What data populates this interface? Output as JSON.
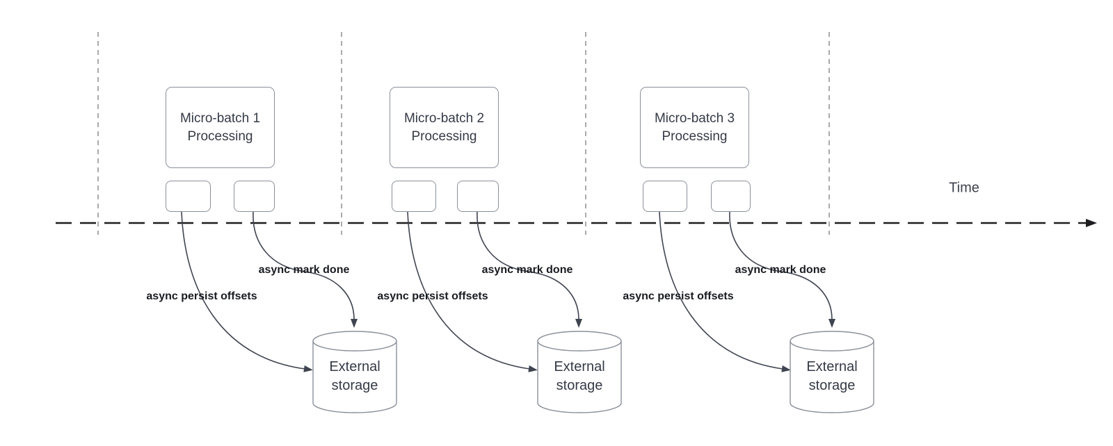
{
  "axis": {
    "time_label": "Time"
  },
  "batches": [
    {
      "title": "Micro-batch 1\nProcessing",
      "persist_label": "async persist offsets",
      "mark_done_label": "async mark done",
      "storage_label": "External\nstorage"
    },
    {
      "title": "Micro-batch 2\nProcessing",
      "persist_label": "async persist offsets",
      "mark_done_label": "async mark done",
      "storage_label": "External\nstorage"
    },
    {
      "title": "Micro-batch 3\nProcessing",
      "persist_label": "async persist offsets",
      "mark_done_label": "async mark done",
      "storage_label": "External\nstorage"
    }
  ],
  "colors": {
    "curve_arrow": "#3e4450",
    "time_axis": "#1d1d1f",
    "gridline": "#aaaaae",
    "shape_border": "#8a9099",
    "shape_text": "#343a46",
    "label_text": "#181b20"
  }
}
